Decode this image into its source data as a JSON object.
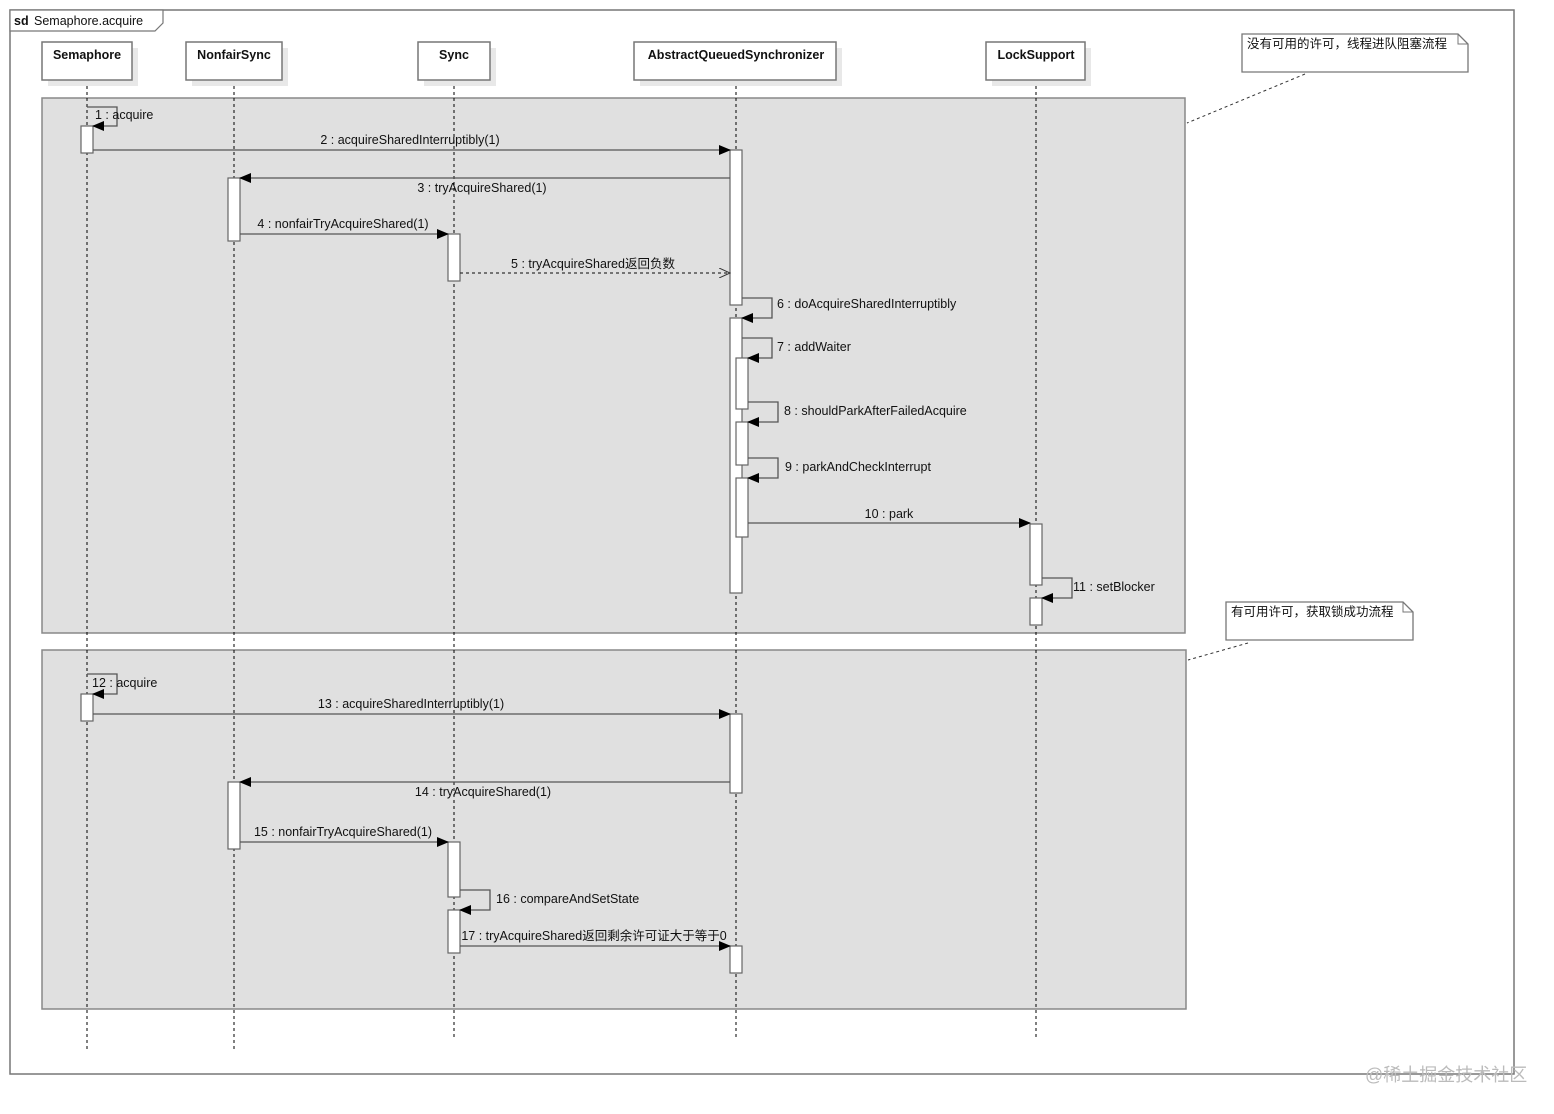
{
  "frame": {
    "keyword": "sd",
    "title": "Semaphore.acquire"
  },
  "lifelines": [
    {
      "name": "Semaphore"
    },
    {
      "name": "NonfairSync"
    },
    {
      "name": "Sync"
    },
    {
      "name": "AbstractQueuedSynchronizer"
    },
    {
      "name": "LockSupport"
    }
  ],
  "messages": [
    {
      "label": "1 : acquire",
      "kind": "self"
    },
    {
      "label": "2 : acquireSharedInterruptibly(1)",
      "kind": "sync"
    },
    {
      "label": "3 : tryAcquireShared(1)",
      "kind": "sync"
    },
    {
      "label": "4 : nonfairTryAcquireShared(1)",
      "kind": "sync"
    },
    {
      "label": "5 : tryAcquireShared返回负数",
      "kind": "return"
    },
    {
      "label": "6 : doAcquireSharedInterruptibly",
      "kind": "self"
    },
    {
      "label": "7 : addWaiter",
      "kind": "self"
    },
    {
      "label": "8 : shouldParkAfterFailedAcquire",
      "kind": "self"
    },
    {
      "label": "9 : parkAndCheckInterrupt",
      "kind": "self"
    },
    {
      "label": "10 : park",
      "kind": "sync"
    },
    {
      "label": "11 : setBlocker",
      "kind": "self"
    },
    {
      "label": "12 : acquire",
      "kind": "self"
    },
    {
      "label": "13 : acquireSharedInterruptibly(1)",
      "kind": "sync"
    },
    {
      "label": "14 : tryAcquireShared(1)",
      "kind": "sync"
    },
    {
      "label": "15 : nonfairTryAcquireShared(1)",
      "kind": "sync"
    },
    {
      "label": "16 : compareAndSetState",
      "kind": "self"
    },
    {
      "label": "17 : tryAcquireShared返回剩余许可证大于等于0",
      "kind": "sync"
    }
  ],
  "notes": [
    {
      "text": "没有可用的许可，线程进队阻塞流程"
    },
    {
      "text": "有可用许可，获取锁成功流程"
    }
  ],
  "watermark": "@稀土掘金技术社区",
  "colors": {
    "fragment_fill": "#e0e0e0",
    "border": "#777777",
    "activation_fill": "#ffffff"
  }
}
